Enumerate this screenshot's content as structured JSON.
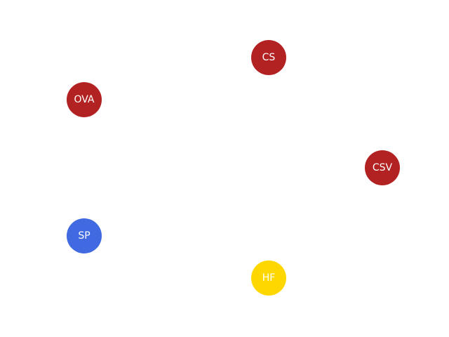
{
  "nodes": {
    "cs": {
      "label": "CS",
      "color": "#b22222"
    },
    "ova": {
      "label": "OVA",
      "color": "#b22222"
    },
    "csv": {
      "label": "CSV",
      "color": "#b22222"
    },
    "sp": {
      "label": "SP",
      "color": "#4169e1"
    },
    "hf": {
      "label": "HF",
      "color": "#ffd700"
    }
  }
}
